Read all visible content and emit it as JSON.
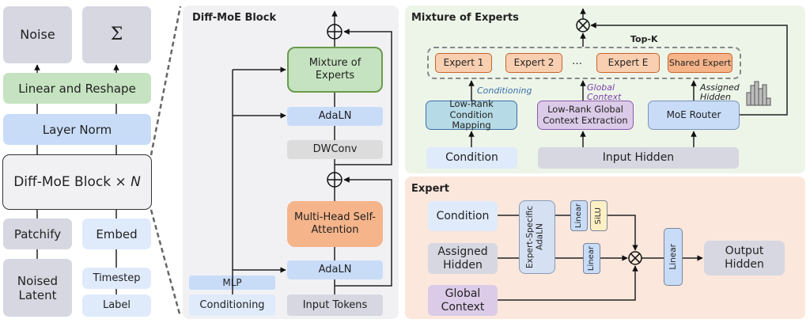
{
  "overview": {
    "outputs": [
      "Noise",
      "Σ"
    ],
    "linear_reshape": "Linear and Reshape",
    "layer_norm": "Layer Norm",
    "block": "Diff-MoE Block × N",
    "block_prefix": "Diff-MoE Block × ",
    "block_n": "N",
    "patchify": "Patchify",
    "embed": "Embed",
    "noised_latent": "Noised Latent",
    "timestep": "Timestep",
    "label": "Label"
  },
  "diff_moe_block": {
    "title": "Diff-MoE Block",
    "mixture_of_experts": "Mixture of Experts",
    "adaln_top": "AdaLN",
    "dwconv": "DWConv",
    "mhsa": "Multi-Head Self-Attention",
    "adaln_bottom": "AdaLN",
    "mlp": "MLP",
    "conditioning": "Conditioning",
    "input_tokens": "Input Tokens",
    "add_symbol": "⊕"
  },
  "moe": {
    "title": "Mixture of Experts",
    "top_k": "Top-K",
    "experts": [
      "Expert 1",
      "Expert 2",
      "…",
      "Expert E",
      "Shared Expert"
    ],
    "conditioning_label": "Conditioning",
    "global_context_label": "Global Context",
    "assigned_hidden_label": "Assigned Hidden",
    "low_rank_condition": "Low-Rank Condition Mapping",
    "low_rank_global": "Low-Rank Global Context Extraction",
    "router": "MoE Router",
    "condition": "Condition",
    "input_hidden": "Input Hidden",
    "mult_symbol": "⊗"
  },
  "expert": {
    "title": "Expert",
    "condition": "Condition",
    "assigned_hidden": "Assigned Hidden",
    "global_context": "Global Context",
    "adaln": "Expert-Specific AdaLN",
    "linear_a": "Linear",
    "silu": "SiLU",
    "linear_b": "Linear",
    "linear_c": "Linear",
    "output_hidden": "Output Hidden"
  },
  "colors": {
    "gray_box": "#d6d7e1",
    "green_box": "#c5e3c0",
    "blue_box": "#c8dcf8",
    "light_blue_box": "#dfeafb",
    "orange_box": "#f5b48a",
    "expert_box": "#f9cfb1",
    "moe_panel_bg": "#edf5e9",
    "expert_panel_bg": "#fbe7dc",
    "block_panel_bg": "#f1f1f4",
    "purple_box": "#dccbe8",
    "teal_box": "#b7dbe6"
  }
}
